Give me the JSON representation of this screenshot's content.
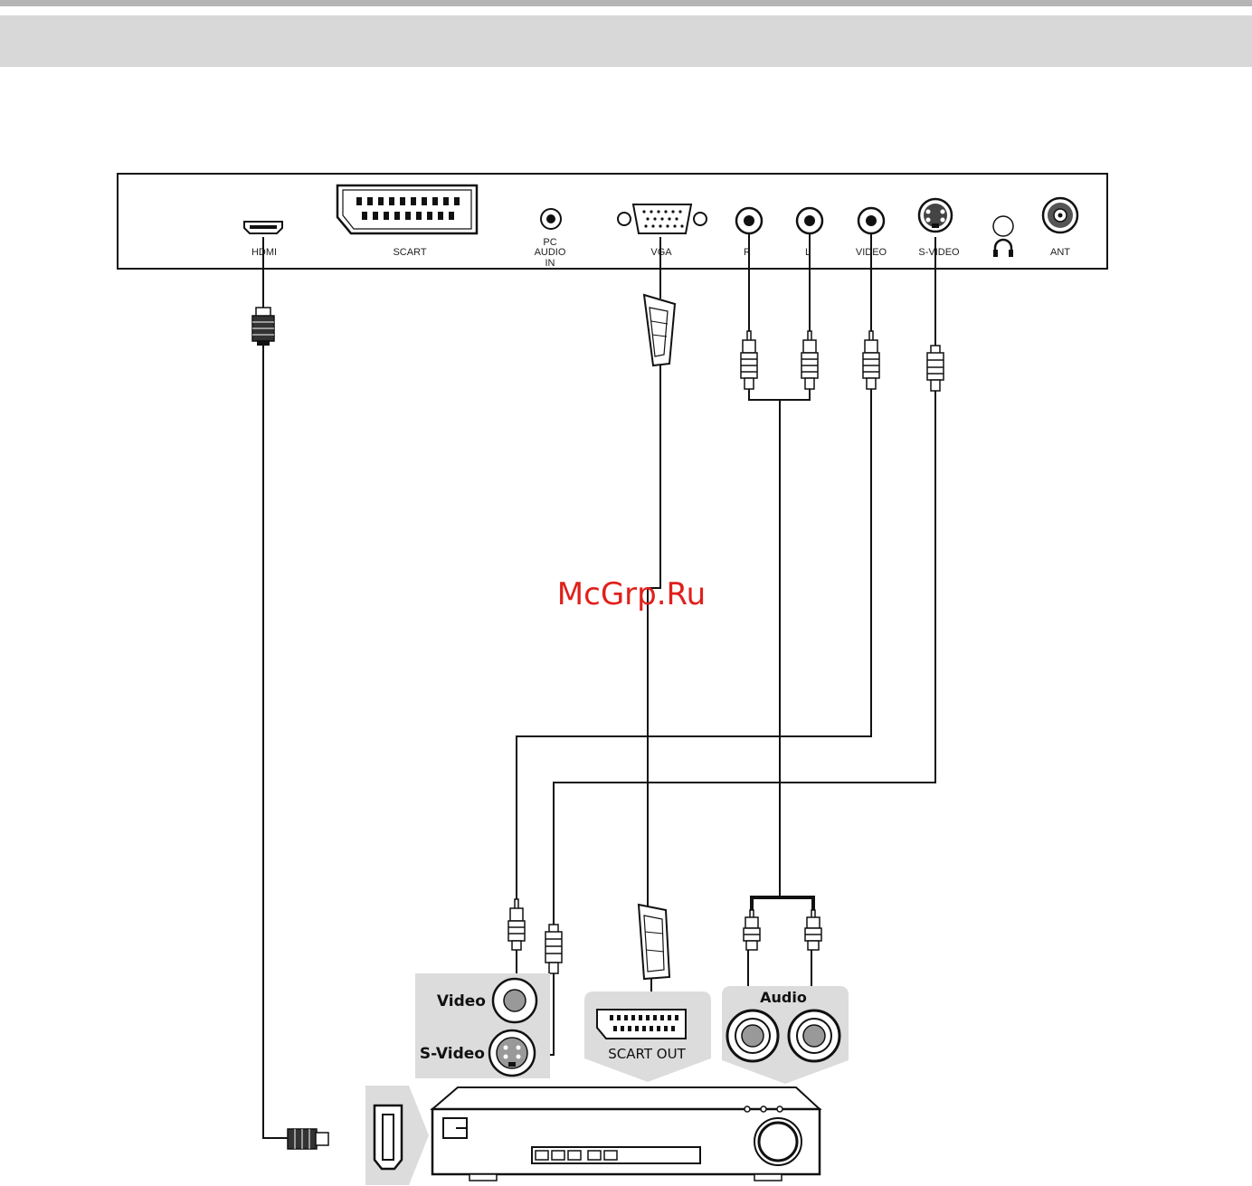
{
  "tv_panel": {
    "ports": {
      "hdmi": "HDMI",
      "scart": "SCART",
      "pc_audio_line1": "PC",
      "pc_audio_line2": "AUDIO",
      "pc_audio_line3": "IN",
      "vga": "VGA",
      "audio_r": "R",
      "audio_l": "L",
      "video": "VIDEO",
      "s_video": "S-VIDEO",
      "antenna": "ANT"
    }
  },
  "external_device": {
    "video_label": "Video",
    "s_video_label": "S-Video",
    "scart_out_label": "SCART OUT",
    "audio_label": "Audio"
  },
  "watermark": "McGrp.Ru",
  "colors": {
    "header_bar": "#d8d8d8",
    "top_rule": "#b5b5b5",
    "callout_bg": "#dcdcdc",
    "line": "#111111",
    "watermark": "#e0201c"
  }
}
